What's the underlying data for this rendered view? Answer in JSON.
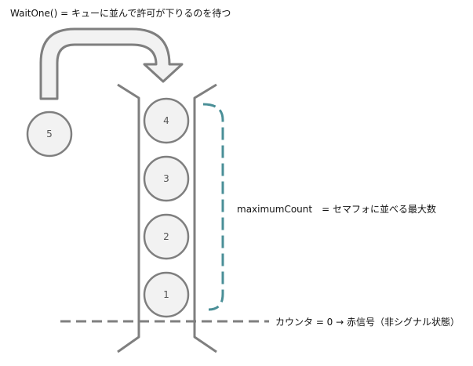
{
  "labels": {
    "waitone": "WaitOne() =  キューに並んで許可が下りるのを待つ",
    "maximum": "maximumCount　= セマフォに並べる最大数",
    "counter": "カウンタ = 0 → 赤信号（非シグナル状態）"
  },
  "waiting_token": "5",
  "queue_tokens": [
    "4",
    "3",
    "2",
    "1"
  ],
  "colors": {
    "stroke": "#7f7f7f",
    "fill": "#f2f2f2",
    "bracket": "#4a8f97",
    "text": "#111111"
  }
}
